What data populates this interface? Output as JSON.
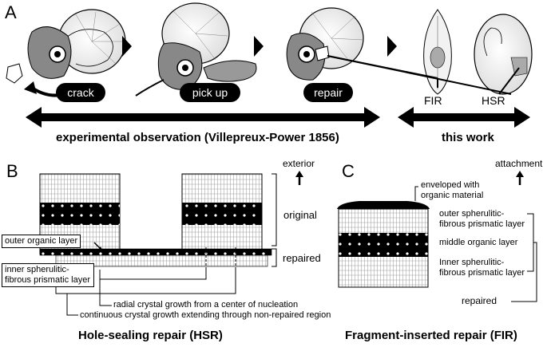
{
  "panels": {
    "a": "A",
    "b": "B",
    "c": "C"
  },
  "steps": {
    "crack": "crack",
    "pickup": "pick up",
    "repair": "repair"
  },
  "types": {
    "fir": "FIR",
    "hsr": "HSR"
  },
  "arrows": {
    "experimental": "experimental observation (Villepreux-Power 1856)",
    "this_work": "this work"
  },
  "panel_b": {
    "exterior": "exterior",
    "original": "original",
    "repaired": "repaired",
    "outer_organic_layer": "outer organic layer",
    "inner_layer": "inner spherulitic-fibrous prismatic layer",
    "radial_growth": "radial crystal growth from a center of nucleation",
    "continuous_growth": "continuous crystal growth extending through non-repaired region",
    "caption": "Hole-sealing repair (HSR)"
  },
  "panel_c": {
    "attachment": "attachment",
    "enveloped": "enveloped with organic material",
    "outer_layer": "outer spherulitic-fibrous prismatic layer",
    "middle_layer": "middle organic layer",
    "inner_layer": "Inner spherulitic-fibrous prismatic layer",
    "repaired": "repaired",
    "caption": "Fragment-inserted repair (FIR)"
  }
}
